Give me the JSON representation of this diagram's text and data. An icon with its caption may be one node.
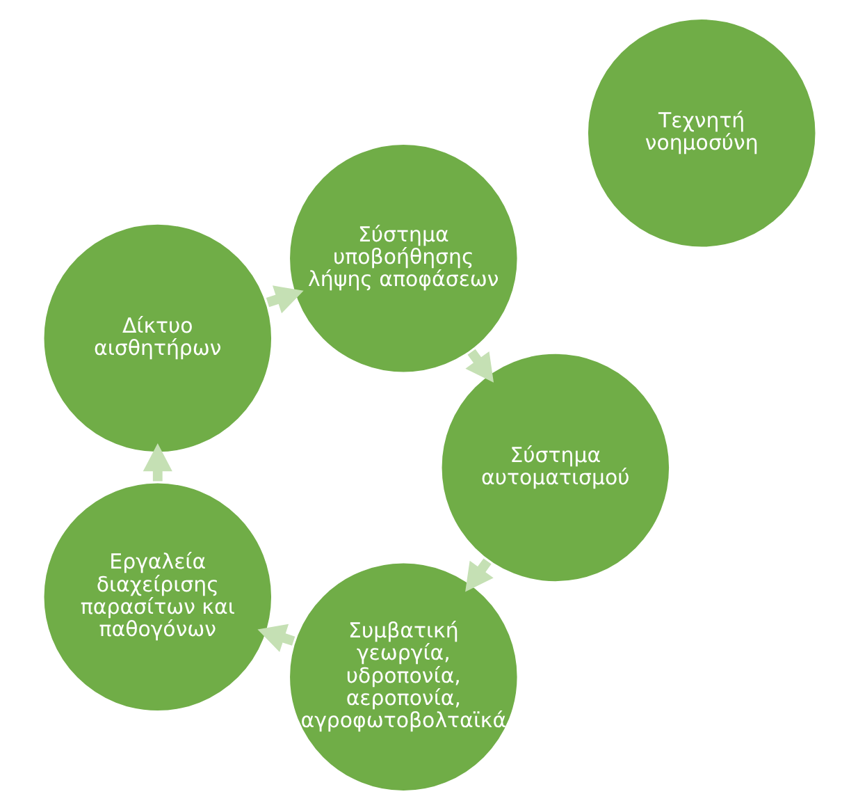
{
  "diagram": {
    "nodes": [
      {
        "text": [
          "Συμβατική γεωργία, υδροπονία, αεροπονία, αγροφωτοβολταϊκά"
        ]
      },
      {
        "text": [
          "Εργαλεία διαχείρισης παρασίτων και παθογόνων"
        ]
      },
      {
        "text": [
          "Δίκτυο αισθητήρων"
        ]
      },
      {
        "text": [
          "Σύστημα υποβοήθησης λήψης αποφάσεων"
        ]
      },
      {
        "text": [
          "Σύστημα αυτοματισμού"
        ]
      },
      {
        "text": [
          "Τεχνητή νοημοσύνη"
        ]
      }
    ],
    "edges": [
      {
        "from": 0,
        "to": 1,
        "arrow": "to"
      },
      {
        "from": 1,
        "to": 2,
        "arrow": "to"
      },
      {
        "from": 2,
        "to": 3,
        "arrow": "to"
      },
      {
        "from": 3,
        "to": 4,
        "arrow": "to"
      },
      {
        "from": 4,
        "to": 0,
        "arrow": "to"
      }
    ]
  }
}
